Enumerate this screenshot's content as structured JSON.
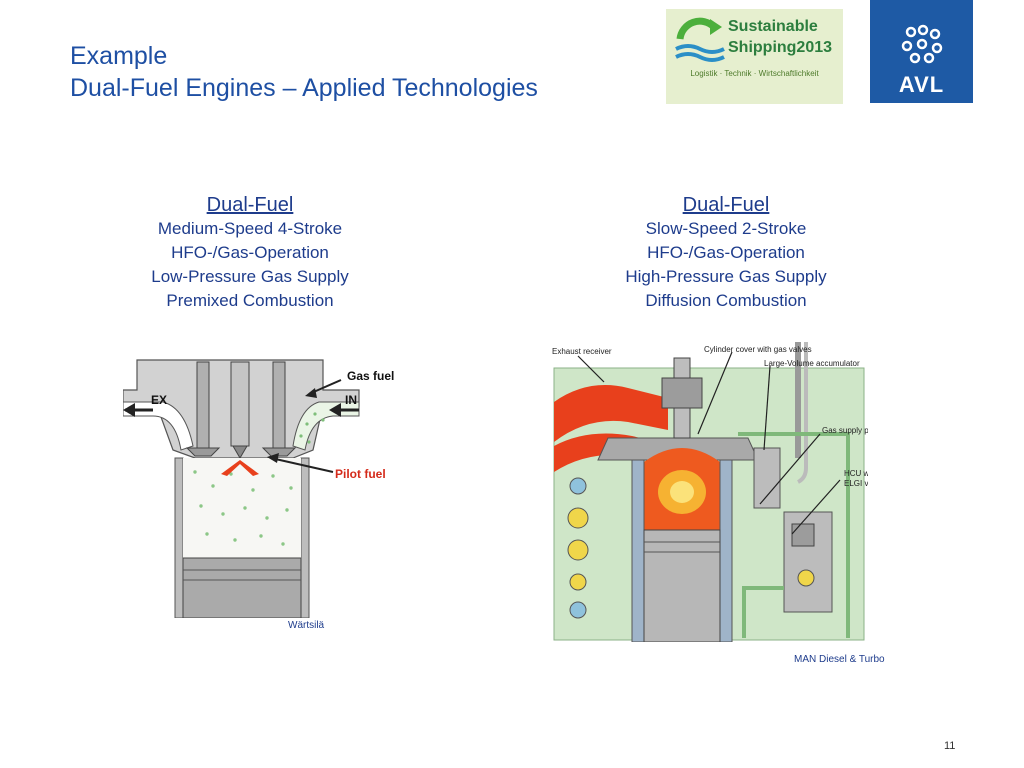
{
  "title": {
    "line1": "Example",
    "line2": "Dual-Fuel Engines – Applied Technologies"
  },
  "logos": {
    "sustainable_line1": "Sustainable",
    "sustainable_line2": "Shipping2013",
    "sustainable_tagline": "Logistik · Technik · Wirtschaftlichkeit",
    "avl": "AVL"
  },
  "left_column": {
    "heading": "Dual-Fuel",
    "lines": [
      "Medium-Speed 4-Stroke",
      "HFO-/Gas-Operation",
      "Low-Pressure Gas Supply",
      "Premixed Combustion"
    ]
  },
  "right_column": {
    "heading": "Dual-Fuel",
    "lines": [
      "Slow-Speed 2-Stroke",
      "HFO-/Gas-Operation",
      "High-Pressure Gas Supply",
      "Diffusion Combustion"
    ]
  },
  "left_figure": {
    "labels": {
      "gas_fuel": "Gas fuel",
      "ex": "EX",
      "in": "IN",
      "pilot_fuel": "Pilot fuel"
    },
    "credit": "Wärtsilä"
  },
  "right_figure": {
    "labels": {
      "exhaust_receiver": "Exhaust receiver",
      "cylinder_cover": "Cylinder cover with gas valves",
      "accumulator": "Large-Volume accumulator",
      "gas_supply": "Gas supply piping",
      "hcu_line1": "HCU with",
      "hcu_line2": "ELGI valve"
    },
    "credit": "MAN Diesel & Turbo"
  },
  "page_number": "11",
  "colors": {
    "title": "#1e4fa3",
    "text": "#1e3c8c",
    "avl_blue": "#1e5aa5",
    "flame": "#e8401c",
    "pipe_green": "#b9dcb4"
  }
}
